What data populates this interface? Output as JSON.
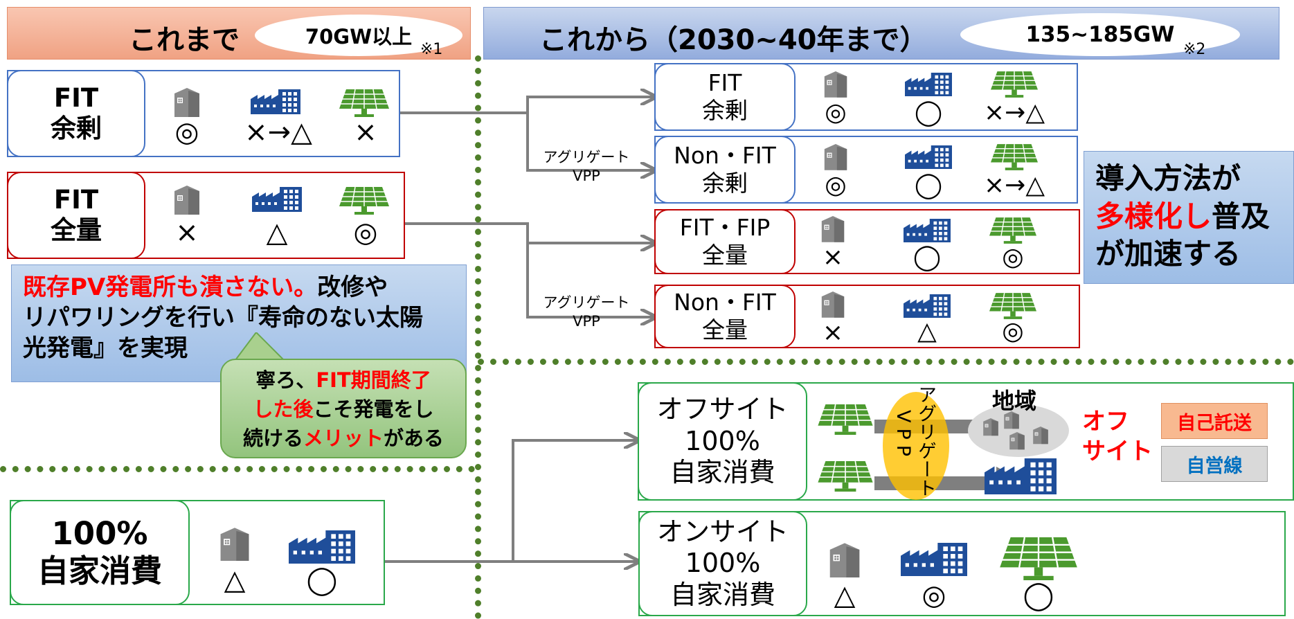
{
  "header_left": {
    "title": "これまで",
    "capacity": "70GW以上",
    "note": "※1"
  },
  "header_right": {
    "title": "これから（2030~40年まで）",
    "capacity": "135~185GW",
    "note": "※2"
  },
  "left_rows": [
    {
      "line1": "FIT",
      "line2": "余剰",
      "s1": "◎",
      "s2": "×→△",
      "s3": "×"
    },
    {
      "line1": "FIT",
      "line2": "全量",
      "s1": "×",
      "s2": "△",
      "s3": "◎"
    }
  ],
  "existing_pv_note": {
    "red": "既存PV発電所も潰さない。",
    "rest1": "改修や",
    "line2": "リパワリングを行い『寿命のない太陽",
    "line3": "光発電』を実現"
  },
  "callout": {
    "l1a": "寧ろ、",
    "l1b": "FIT期間終了",
    "l2a": "した後",
    "l2b": "こそ発電をし",
    "l3a": "続ける",
    "l3b": "メリット",
    "l3c": "がある"
  },
  "right_rows": [
    {
      "line1": "FIT",
      "line2": "余剰",
      "s1": "◎",
      "s2": "◯",
      "s3": "×→△"
    },
    {
      "line1": "Non・FIT",
      "line2": "余剰",
      "s1": "◎",
      "s2": "◯",
      "s3": "×→△"
    },
    {
      "line1": "FIT・FIP",
      "line2": "全量",
      "s1": "×",
      "s2": "◯",
      "s3": "◎"
    },
    {
      "line1": "Non・FIT",
      "line2": "全量",
      "s1": "×",
      "s2": "△",
      "s3": "◎"
    }
  ],
  "aggregate_label": {
    "line1": "アグリゲート",
    "line2": "VPP"
  },
  "diversify": {
    "l1": "導入方法が",
    "l2a": "多様化し",
    "l2b": "普及",
    "l3": "が加速する"
  },
  "bottom_left": {
    "line1": "100%",
    "line2": "自家消費",
    "s1": "△",
    "s2": "◯"
  },
  "offsite": {
    "line1": "オフサイト",
    "line2": "100%",
    "line3": "自家消費",
    "vpp_vertical": "アグリゲート",
    "vpp_side": "VPP",
    "region": "地域",
    "off_label1": "オフ",
    "off_label2": "サイト",
    "self_wheel": "自己託送",
    "private_line": "自営線"
  },
  "onsite": {
    "line1": "オンサイト",
    "line2": "100%",
    "line3": "自家消費",
    "s1": "△",
    "s2": "◎",
    "s3": "◯"
  },
  "icons": {
    "house": "house-icon",
    "factory": "factory-icon",
    "solar": "solar-panel-icon"
  },
  "colors": {
    "red": "#ff0000",
    "blue_border": "#4472c4",
    "red_border": "#c00000",
    "green_border": "#2aa84a",
    "arrow": "#7f7f7f"
  }
}
